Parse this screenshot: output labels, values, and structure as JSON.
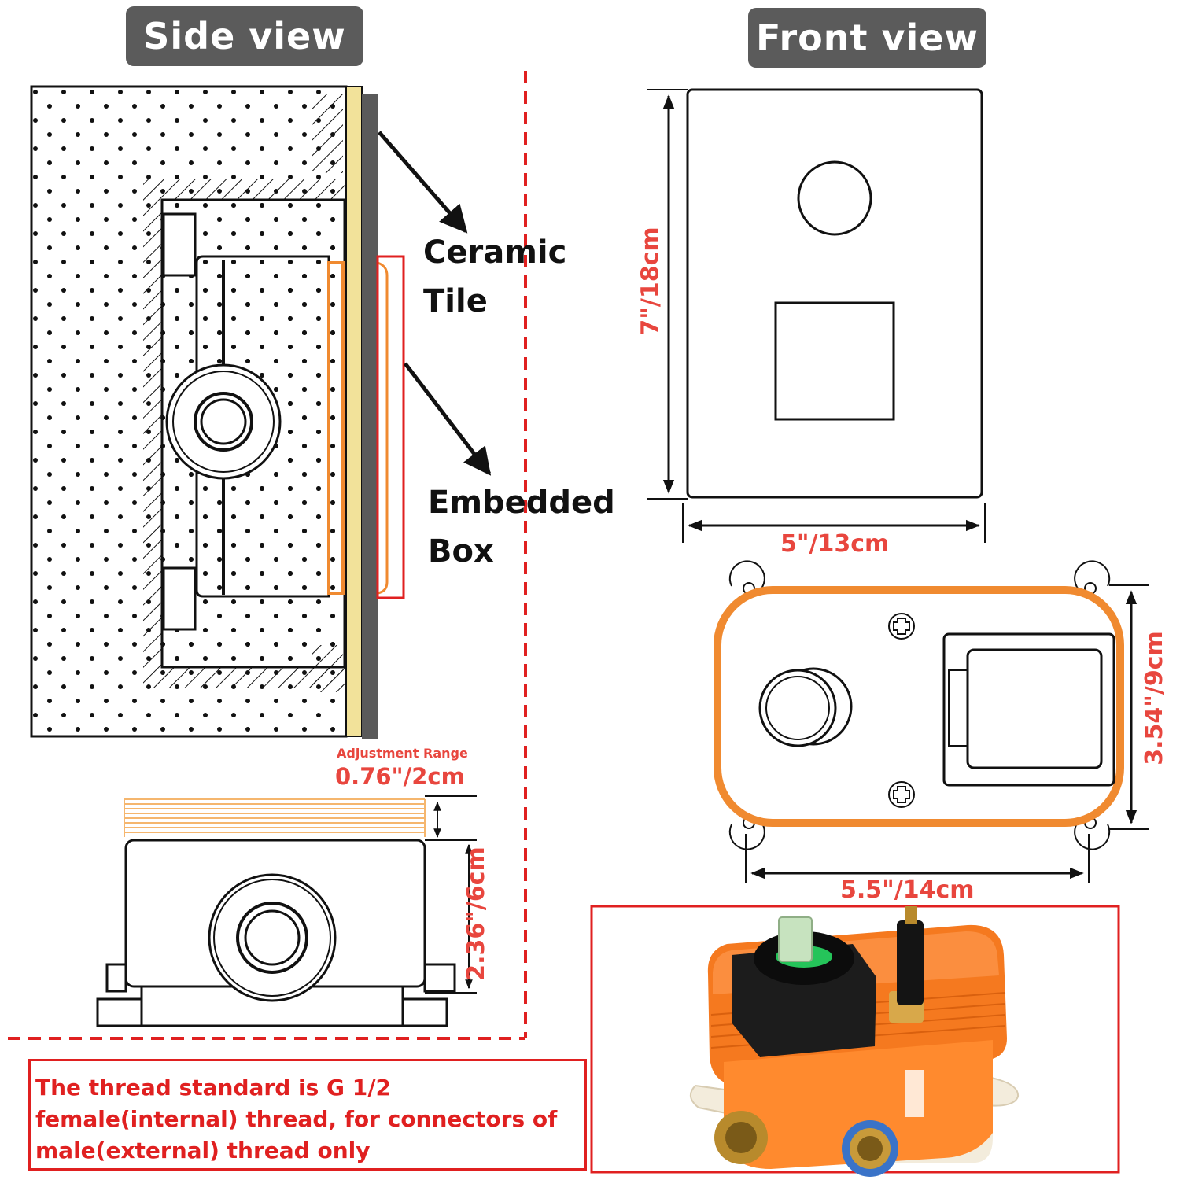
{
  "headers": {
    "side_view": "Side view",
    "front_view": "Front view"
  },
  "labels": {
    "ceramic_tile_line1": "Ceramic",
    "ceramic_tile_line2": "Tile",
    "embedded_box_line1": "Embedded",
    "embedded_box_line2": "Box",
    "adjustment_range_title": "Adjustment Range",
    "adjustment_range_value": "0.76\"/2cm",
    "box_height": "2.36\"/6cm",
    "panel_height": "7\"/18cm",
    "panel_width": "5\"/13cm",
    "box_front_height": "3.54\"/9cm",
    "box_front_width": "5.5\"/14cm"
  },
  "note": "The thread standard is G 1/2 female(internal) thread, for connectors of male(external) thread only",
  "colors": {
    "dimension_red": "#e8463e",
    "box_orange": "#f08a30",
    "tag_gray": "#5b5b5b",
    "tile_yellow": "#f2e29a"
  }
}
